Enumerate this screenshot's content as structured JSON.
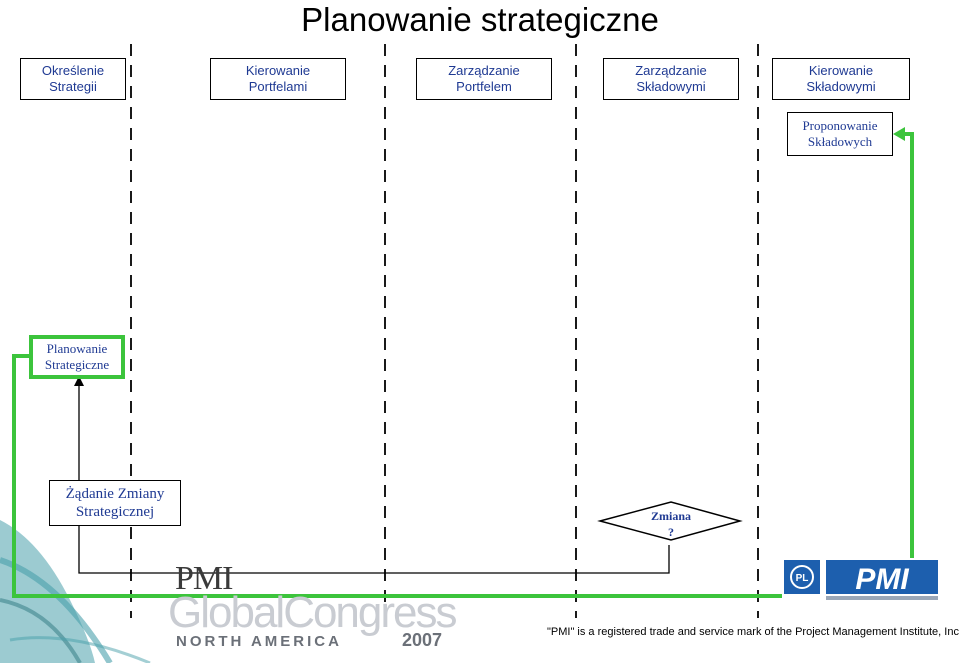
{
  "title": "Planowanie strategiczne",
  "lanes": [
    {
      "label": "Określenie\nStrategii"
    },
    {
      "label": "Kierowanie\nPortfelami"
    },
    {
      "label": "Zarządzanie\nPortfelem"
    },
    {
      "label": "Zarządzanie\nSkładowymi"
    },
    {
      "label": "Kierowanie\nSkładowymi"
    }
  ],
  "nodes": {
    "proponowanie": "Proponowanie\nSkładowych",
    "planowanie": "Planowanie\nStrategiczne",
    "zadanie": "Żądanie Zmiany\nStrategicznej",
    "zmiana": "Zmiana\n?"
  },
  "logos": {
    "pmi": "PMI",
    "global_congress": "GlobalCongress",
    "north_america": "NORTH AMERICA",
    "year": "2007"
  },
  "footer_note": "\"PMI\" is a registered trade and service mark of the Project Management Institute, Inc.",
  "colors": {
    "flow_green": "#3cc43c",
    "node_text": "#1f3a93",
    "planowanie_border": "#3cc43c",
    "decor_teal": "#2a8f9c"
  }
}
